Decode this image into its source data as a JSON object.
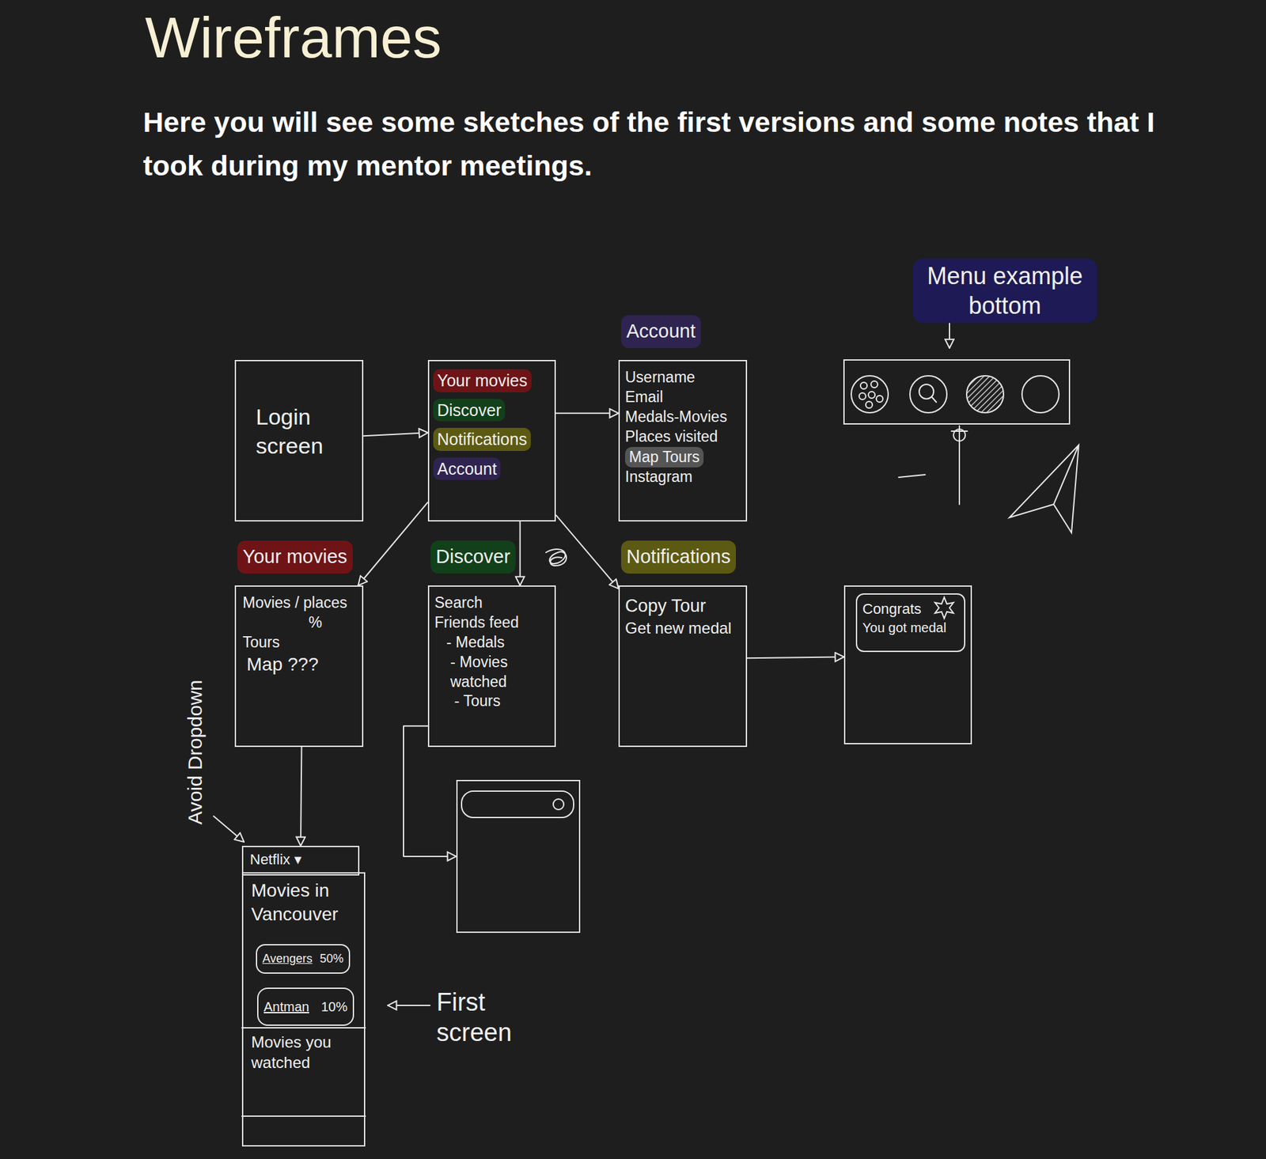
{
  "diagram": {
    "title": "Wireframes",
    "caption": "Here you will see some sketches of the first versions and some notes that I took during my mentor meetings.",
    "nodes": [
      {
        "text": [
          "Login screen"
        ]
      },
      {
        "text": [
          "Your movies",
          "Discover",
          "Notifications",
          "Account"
        ]
      },
      {
        "text": [
          "Account",
          "Username",
          "Email",
          "Medals-Movies",
          "Places visited",
          "Map Tours",
          "Instagram"
        ]
      },
      {
        "text": [
          "Your movies",
          "Movies / places",
          "%",
          "Tours",
          "Map ???"
        ]
      },
      {
        "text": [
          "Discover",
          "Search",
          "Friends feed",
          "- Medals",
          "- Movies watched",
          "- Tours"
        ]
      },
      {
        "text": [
          "Notifications",
          "Copy Tour",
          "Get new medal"
        ]
      },
      {
        "text": []
      },
      {
        "text": [
          "Congrats",
          "You got medal"
        ],
        "in": 6
      },
      {
        "text": []
      },
      {
        "text": [
          "Netflix ▾"
        ]
      },
      {
        "text": [
          "Movies in Vancouver",
          "Movies you watched"
        ]
      },
      {
        "text": [
          "Avengers",
          "50%"
        ],
        "in": 10
      },
      {
        "text": [
          "Antman",
          "10%"
        ],
        "in": 10
      }
    ],
    "edges": [
      {
        "from": 0,
        "to": 1,
        "arrow": "to"
      },
      {
        "from": 1,
        "to": 2,
        "arrow": "to"
      },
      {
        "from": 1,
        "to": 3,
        "arrow": "to"
      },
      {
        "from": 1,
        "to": 4,
        "arrow": "to"
      },
      {
        "from": 1,
        "to": 5,
        "arrow": "to"
      },
      {
        "from": 5,
        "to": 6,
        "arrow": "to"
      },
      {
        "from": 4,
        "to": 8,
        "arrow": "to"
      },
      {
        "from": 3,
        "to": 9,
        "arrow": "to"
      }
    ],
    "labels": [
      "Menu example bottom",
      "Avoid Dropdown",
      "First screen"
    ]
  }
}
